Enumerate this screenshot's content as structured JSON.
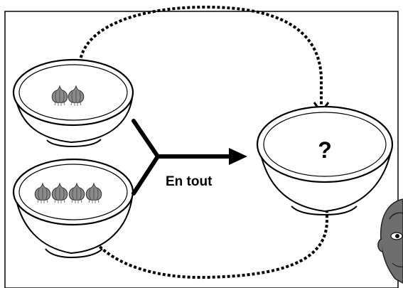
{
  "diagram": {
    "merge_label": "En tout",
    "result_symbol": "?",
    "bowls": {
      "top_left": {
        "item": "garlic-bulb",
        "count": 2
      },
      "bottom_left": {
        "item": "garlic-bulb",
        "count": 4
      },
      "right": {
        "content": "unknown"
      }
    },
    "colors": {
      "stroke": "#000000",
      "background": "#ffffff",
      "garlic": "#8a8a8a",
      "skin": "#6e6e6e"
    }
  }
}
